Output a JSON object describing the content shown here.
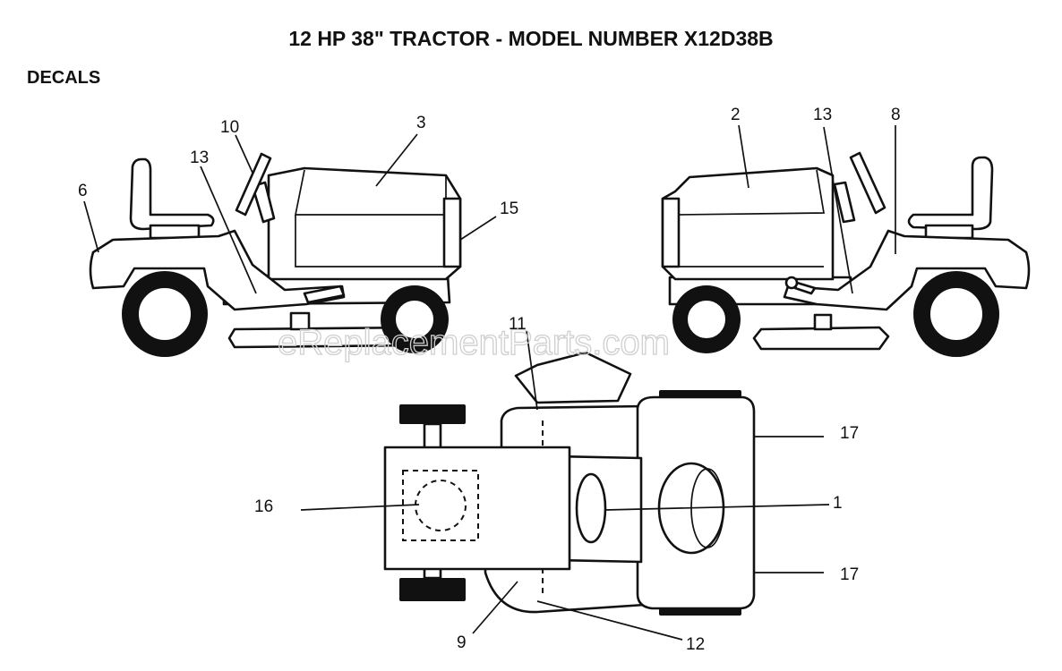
{
  "title": "12 HP 38\" TRACTOR - MODEL NUMBER X12D38B",
  "section": "DECALS",
  "watermark": "eReplacementParts.com",
  "callouts": {
    "c1": "1",
    "c2": "2",
    "c3": "3",
    "c6": "6",
    "c8": "8",
    "c9": "9",
    "c10": "10",
    "c11": "11",
    "c12": "12",
    "c13a": "13",
    "c13b": "13",
    "c15": "15",
    "c16": "16",
    "c17a": "17",
    "c17b": "17"
  }
}
